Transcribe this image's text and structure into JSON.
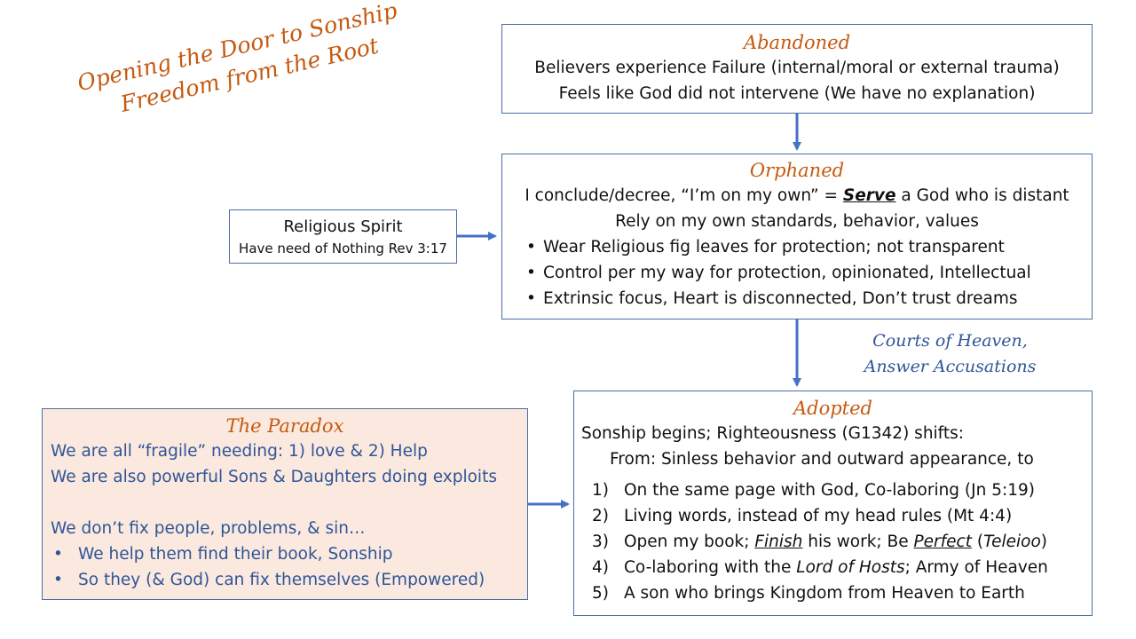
{
  "title": {
    "line1": "Opening the Door to Sonship",
    "line2": "Freedom from the Root"
  },
  "abandoned": {
    "heading": "Abandoned",
    "lines": [
      "Believers experience Failure (internal/moral or external trauma)",
      "Feels like God did not intervene (We have no explanation)"
    ]
  },
  "orphaned": {
    "heading": "Orphaned",
    "line1_prefix": "I conclude/decree, “I’m on my own” = ",
    "line1_emph": "Serve",
    "line1_suffix": " a God who is distant",
    "line2": "Rely on my own standards, behavior, values",
    "bullets": [
      "Wear Religious fig leaves for protection; not transparent",
      "Control per my way for protection, opinionated, Intellectual",
      "Extrinsic focus, Heart is disconnected, Don’t trust dreams"
    ]
  },
  "religious_spirit": {
    "title": "Religious Spirit",
    "subtitle": "Have need of Nothing Rev 3:17"
  },
  "courts_note": {
    "line1": "Courts of Heaven,",
    "line2": "Answer Accusations"
  },
  "adopted": {
    "heading": "Adopted",
    "intro": "Sonship begins; Righteousness (G1342) shifts:",
    "from_line": "From: Sinless behavior and outward appearance, to",
    "items": [
      {
        "num": "1)",
        "text": "On the same page with God, Co-laboring (Jn 5:19)"
      },
      {
        "num": "2)",
        "text": "Living words, instead of my head rules (Mt 4:4)"
      },
      {
        "num": "3)",
        "pre": "Open my book; ",
        "finish": "Finish",
        "mid": " his work; Be ",
        "perfect": "Perfect",
        "post": " (",
        "teleioo": "Teleioo",
        "end": ")"
      },
      {
        "num": "4)",
        "pre": "Co-laboring with the ",
        "lord": "Lord of Hosts",
        "post": "; Army of Heaven"
      },
      {
        "num": "5)",
        "text": "A son who brings Kingdom from Heaven to Earth"
      }
    ]
  },
  "paradox": {
    "heading": "The Paradox",
    "lines": [
      "We are all “fragile” needing: 1) love & 2) Help",
      "We are also powerful Sons & Daughters doing exploits"
    ],
    "line3": "We don’t fix people, problems, & sin…",
    "bullets": [
      "We help them find their book, Sonship",
      "So they (& God) can fix themselves (Empowered)"
    ]
  },
  "colors": {
    "accent_orange": "#c55a11",
    "accent_blue": "#2f5597",
    "border_blue": "#4a6fa5",
    "arrow_blue": "#4472c4",
    "paradox_fill": "#fbe9df"
  }
}
